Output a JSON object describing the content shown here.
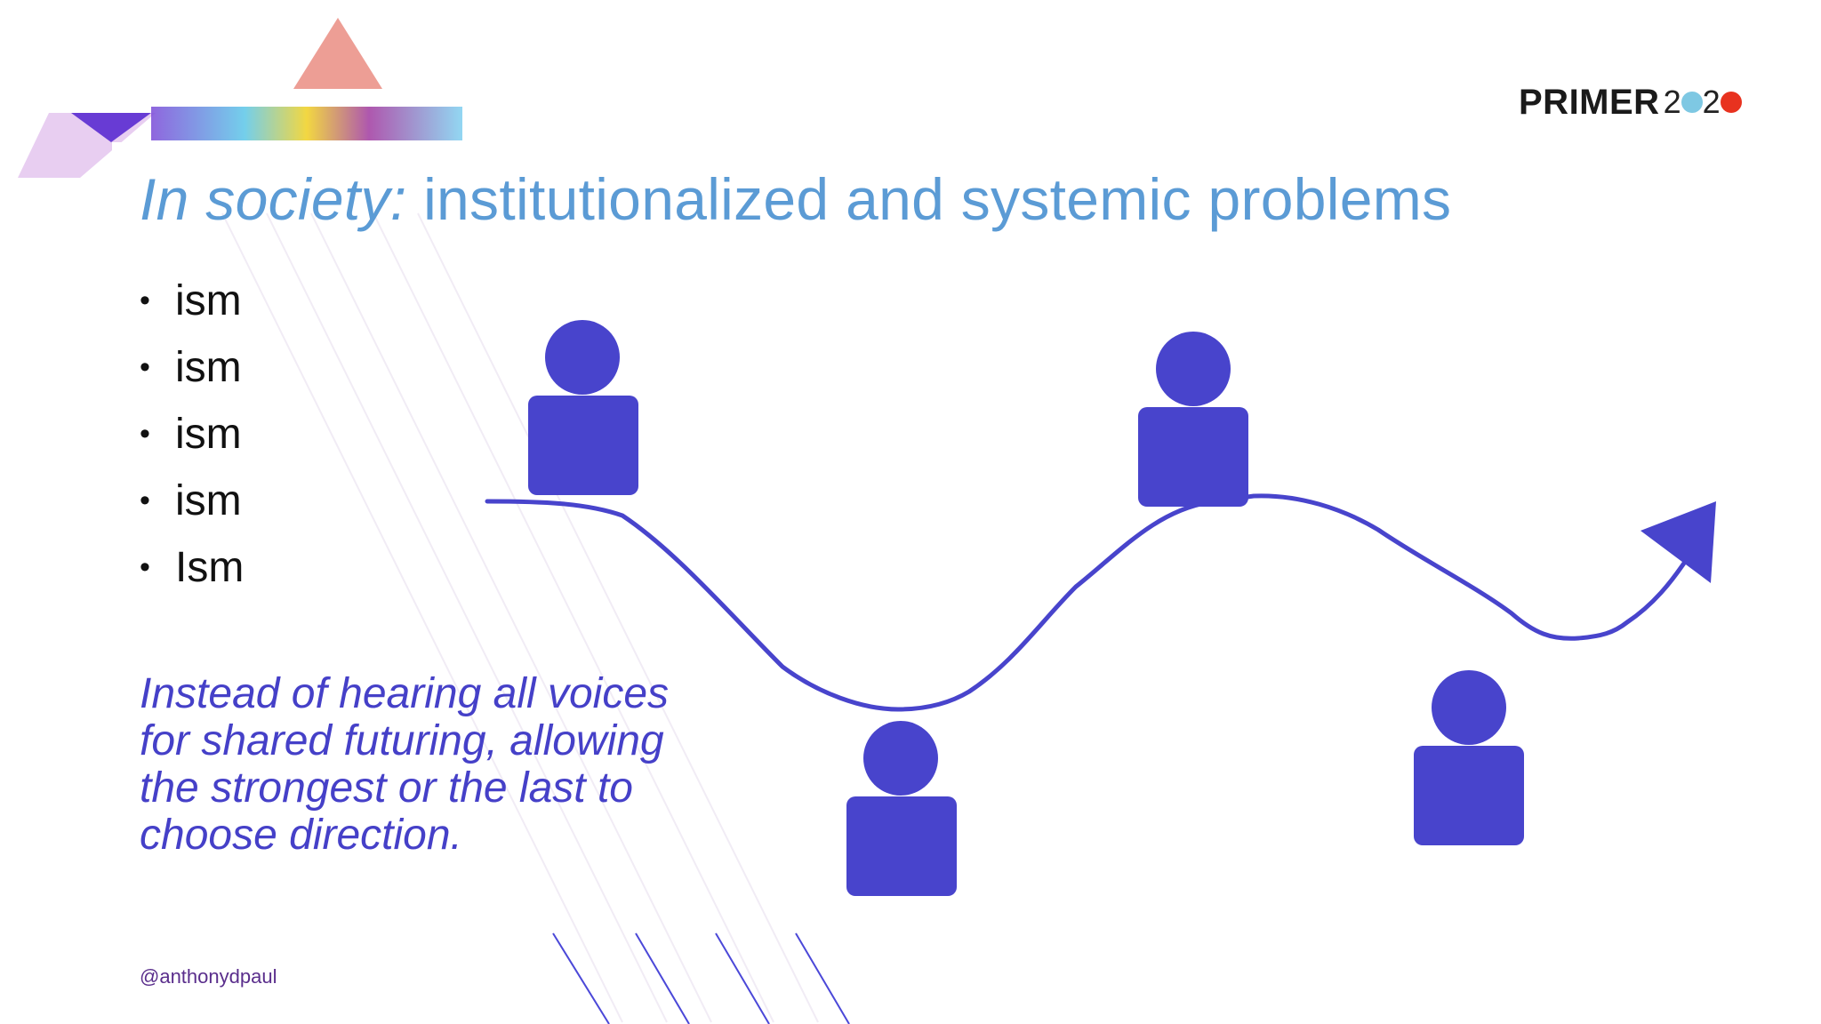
{
  "title": {
    "lead": "In society:",
    "rest": " institutionalized and systemic problems"
  },
  "bullets": [
    "ism",
    "ism",
    "ism",
    "ism",
    "Ism"
  ],
  "quote": [
    "Instead of hearing all voices",
    "for shared futuring, allowing",
    "the strongest or the last to",
    "choose direction."
  ],
  "handle": "@anthonydpaul",
  "logo": {
    "word": "PRIMER",
    "year_left": "2",
    "year_right": "2",
    "dot_left_color": "#7ec8e3",
    "dot_right_color": "#e8321f"
  },
  "colors": {
    "title": "#5b9bd5",
    "figure": "#4844cc",
    "quote": "#4540c8"
  },
  "diagram": {
    "figures": [
      "person-icon",
      "person-icon",
      "person-icon",
      "person-icon"
    ],
    "path": "wavy-line-with-arrow"
  }
}
